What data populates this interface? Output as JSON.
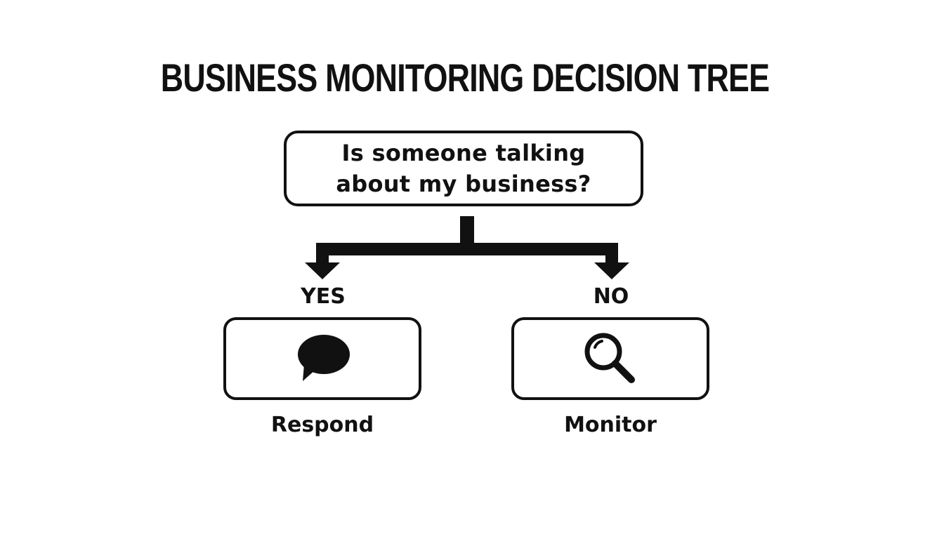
{
  "title": "BUSINESS MONITORING DECISION TREE",
  "question": "Is someone talking about my business?",
  "branches": {
    "yes": {
      "label": "YES",
      "action": "Respond",
      "icon": "speech-bubble-icon"
    },
    "no": {
      "label": "NO",
      "action": "Monitor",
      "icon": "magnifying-glass-icon"
    }
  },
  "colors": {
    "stroke": "#111111",
    "background": "#ffffff"
  }
}
